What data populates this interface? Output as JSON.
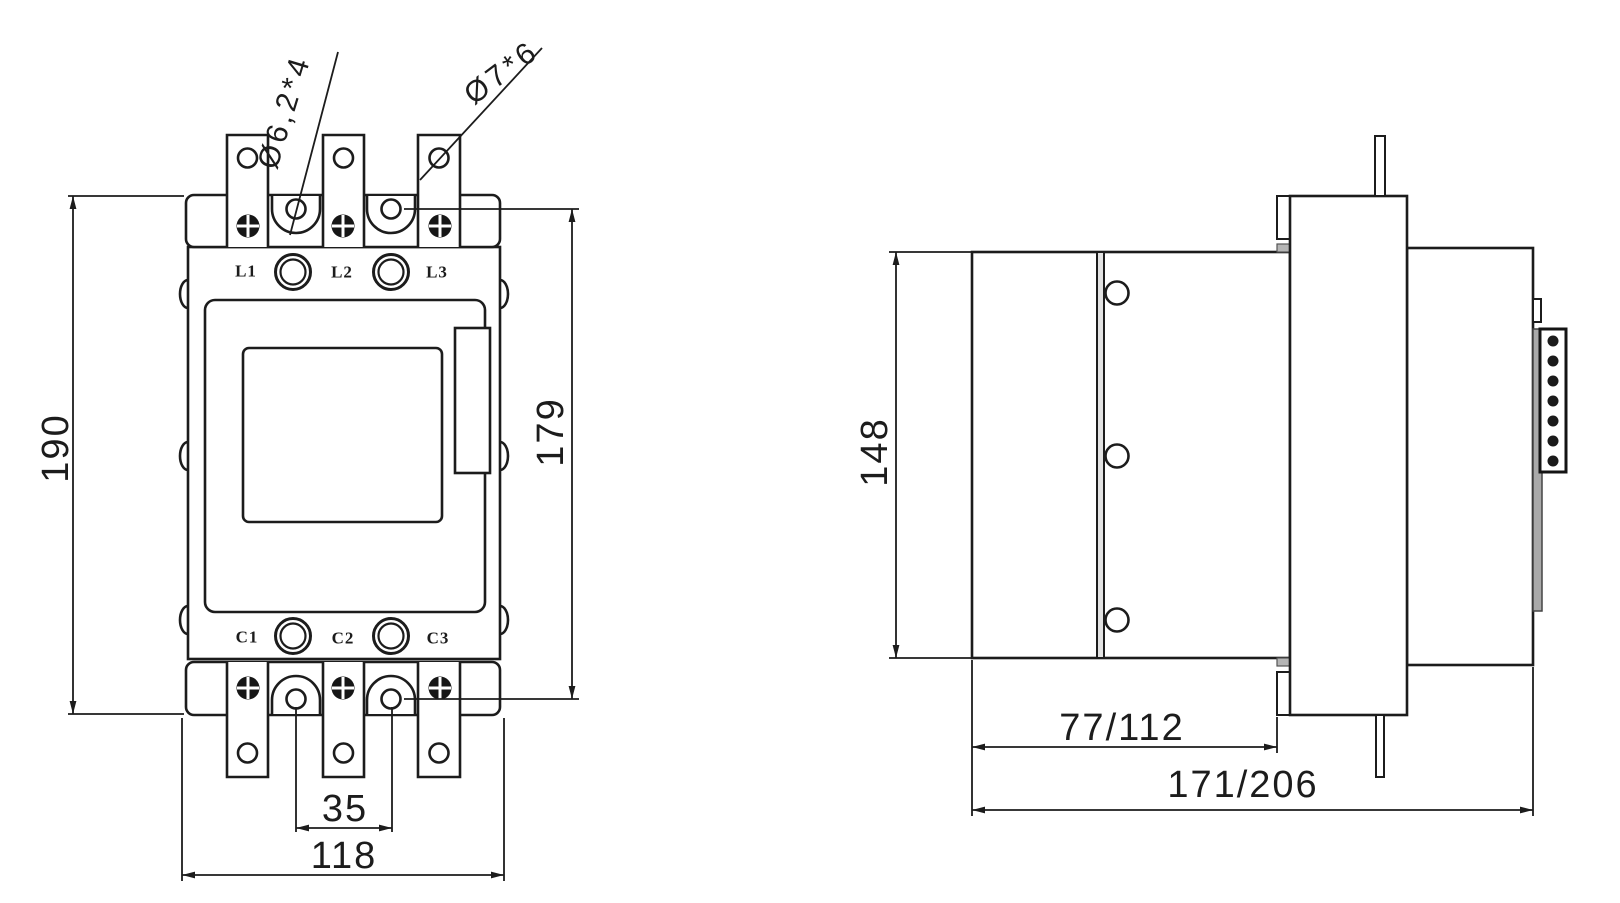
{
  "drawing": {
    "background": "#ffffff",
    "line_color": "#1c1c1c"
  },
  "front_view": {
    "top_terminals": [
      "L1",
      "L2",
      "L3"
    ],
    "bottom_terminals": [
      "C1",
      "C2",
      "C3"
    ],
    "dims": {
      "overall_height": "190",
      "mounting_hole_span": "179",
      "overall_width": "118",
      "mounting_hole_pitch": "35"
    },
    "leaders": {
      "mounting_holes": "Ø6,2*4",
      "terminal_holes": "Ø7*6"
    }
  },
  "side_view": {
    "dims": {
      "height": "148",
      "depth_partial": "77/112",
      "depth_overall": "171/206"
    }
  }
}
